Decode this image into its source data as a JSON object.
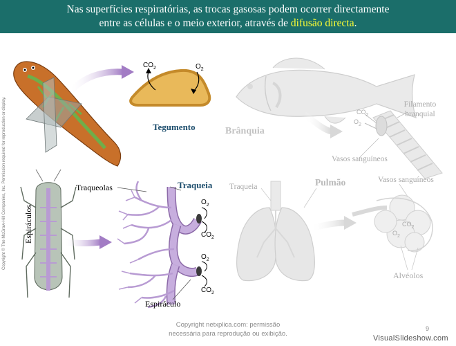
{
  "banner": {
    "line1": "Nas superfícies respiratórias, as trocas gasosas podem ocorrer directamente",
    "line2_pre": "entre as células e o meio exterior, através de ",
    "line2_highlight": "difusão directa",
    "line2_post": "."
  },
  "copyright_side": "Copyright © The McGraw-Hill Companies, Inc. Permission required for reproduction or display.",
  "labels": {
    "tegumento": "Tegumento",
    "co2": "CO2",
    "o2": "O2",
    "branquia": "Brânquia",
    "filamento_branquial": "Filamento branquial",
    "vasos_sanguineos": "Vasos sanguíneos",
    "traqueolas": "Traqueolas",
    "traqueia_insect": "Traqueia",
    "espiraculos": "Espiráculos",
    "espiraculo": "Espiráculo",
    "traqueia_lung": "Traqueia",
    "pulmao": "Pulmão",
    "alveolos": "Alvéolos"
  },
  "footer": {
    "line1": "Copyright netxplica.com: permissão",
    "line2": "necessária para reprodução ou exibição."
  },
  "page_number": "9",
  "watermark": "VisualSlideshow.com",
  "colors": {
    "banner_bg": "#1b6e6a",
    "banner_highlight": "#ffff33",
    "label_blue": "#1f4f6e",
    "trachea_purple": "#b89bd3",
    "arrow_purple": "#a27cc4"
  }
}
